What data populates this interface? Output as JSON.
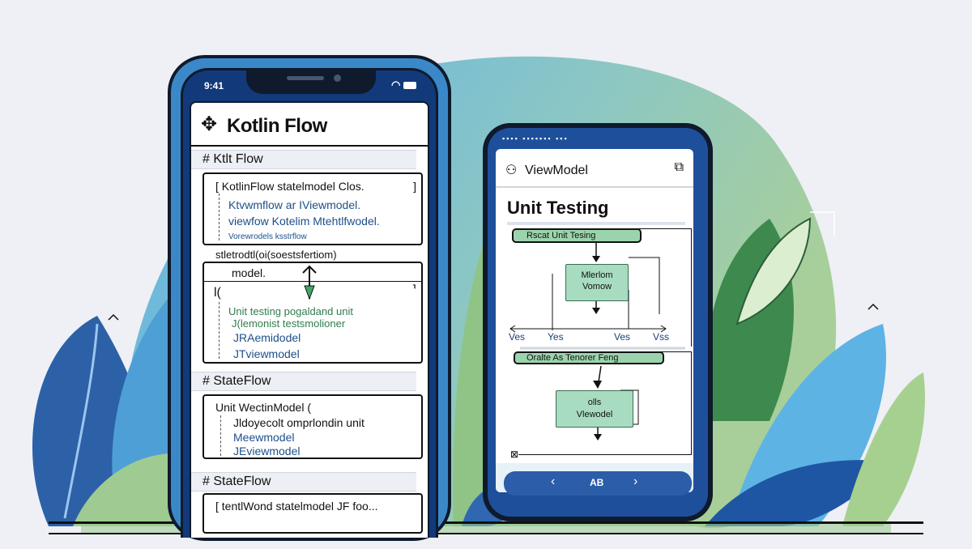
{
  "colors": {
    "background": "#eef0f5",
    "blob_blue": "#6cb7e4",
    "blob_green": "#9fc99b",
    "phone_frame": "#3b88c9",
    "phone_dark": "#0f1a2c",
    "accent_green": "#9bd4ac",
    "nav_blue": "#2b5da8"
  },
  "phone_left": {
    "status": {
      "time": "9:41"
    },
    "header": {
      "icon": "kotlin-logo-icon",
      "title": "Kotlin Flow"
    },
    "section1": {
      "title": "# Ktlt Flow",
      "card1": {
        "line1": "[ KotlinFlow statelmodel Clos.",
        "line1_end": "]",
        "line2": "Ktvwmflow ar IViewmodel.",
        "line3": "viewfow Kotelim Mtehtlfwodel.",
        "line4": "Vorewrodels ksstrflow"
      },
      "note": "stletrodtl(oi(soestsfertiom)",
      "card2": {
        "line1": "model.",
        "bracket": "l(",
        "green1": "Unit testing pogaldand unit",
        "green2": "J(lemonist testsmolioner",
        "line2": "JRAemidodel",
        "line3": "JTviewmodel"
      }
    },
    "section2": {
      "title": "# StateFlow",
      "card": {
        "line1": "Unit WectinModel (",
        "line2": "Jldoyecolt omprlondin unit",
        "line3": "Meewmodel",
        "line4": "JEviewmodel"
      }
    },
    "section3": {
      "title": "# StateFlow",
      "card": {
        "line1": "[ tentlWond statelmodel JF foo..."
      }
    }
  },
  "phone_right": {
    "header": {
      "icon": "viewmodel-icon",
      "title": "ViewModel",
      "action_icon": "edit-icon"
    },
    "title": "Unit Testing",
    "diagram1": {
      "tag": "Rscat Unit Tesing",
      "box": [
        "Mlerlom",
        "Vomow"
      ],
      "labels": [
        "Ves",
        "Yes",
        "Ves",
        "Vss"
      ]
    },
    "diagram2": {
      "tag": "Oralte As Tenorer Feng",
      "box": [
        "olls",
        "Vlewodel"
      ]
    },
    "nav": {
      "prev": "‹",
      "center": "AB",
      "next": "›"
    }
  }
}
